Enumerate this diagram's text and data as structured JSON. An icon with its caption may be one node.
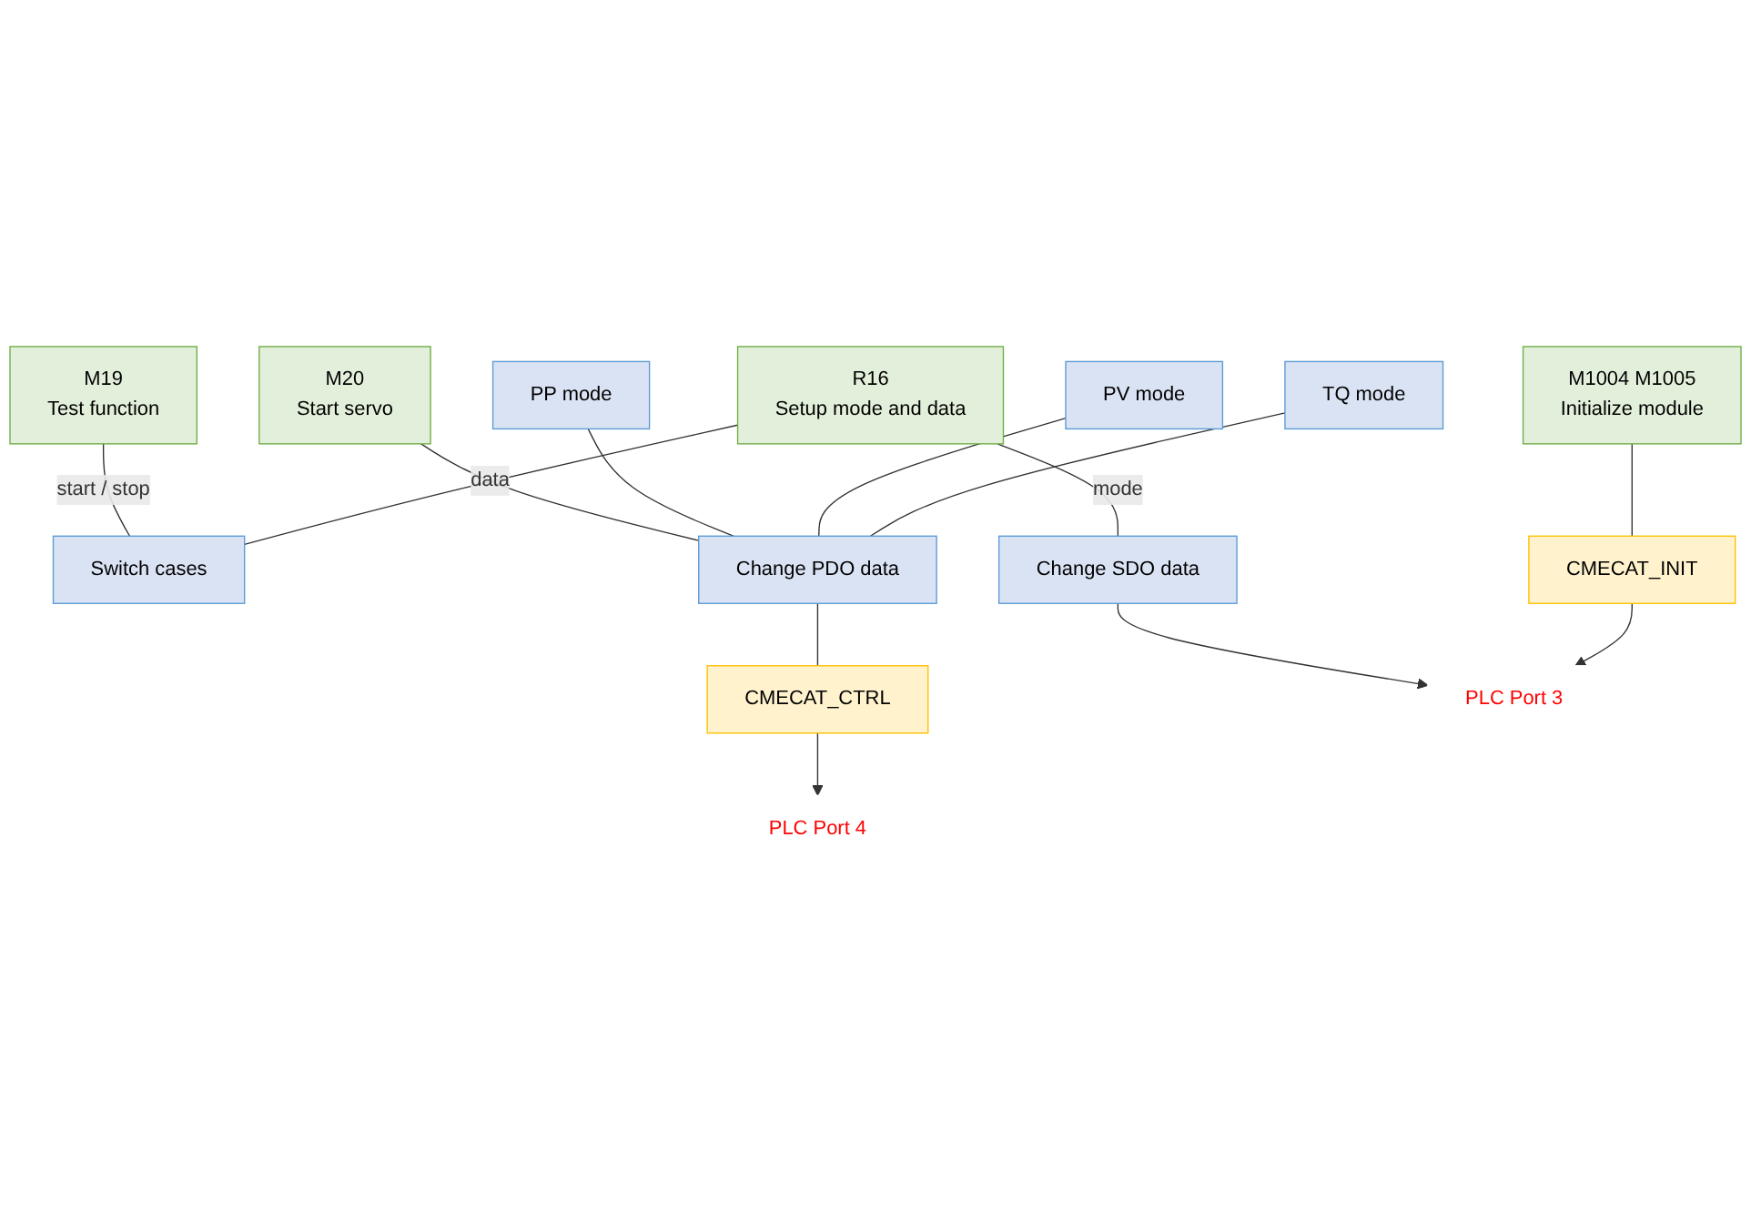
{
  "diagram": {
    "nodes": [
      {
        "text": [
          "M20",
          "Start servo"
        ]
      },
      {
        "text": [
          "M19",
          "Test function"
        ]
      },
      {
        "text": [
          "R16",
          "Setup mode and data"
        ]
      },
      {
        "text": [
          "M1004 M1005",
          "Initialize module"
        ]
      },
      {
        "text": [
          "Switch cases"
        ]
      },
      {
        "text": [
          "PP mode"
        ]
      },
      {
        "text": [
          "PV mode"
        ]
      },
      {
        "text": [
          "TQ mode"
        ]
      },
      {
        "text": [
          "Change PDO data"
        ]
      },
      {
        "text": [
          "Change SDO data"
        ]
      },
      {
        "text": [
          "CMECAT_CTRL"
        ]
      },
      {
        "text": [
          "CMECAT_INIT"
        ]
      },
      {
        "text": [
          "PLC Port 4"
        ]
      },
      {
        "text": [
          "PLC Port 3"
        ]
      }
    ],
    "edges": [
      {
        "from": 0,
        "to": 8,
        "arrow": "none"
      },
      {
        "from": 1,
        "to": 4,
        "arrow": "none",
        "label": "start / stop"
      },
      {
        "from": 2,
        "to": 4,
        "arrow": "none",
        "label": "data"
      },
      {
        "from": 2,
        "to": 9,
        "arrow": "none",
        "label": "mode"
      },
      {
        "from": 5,
        "to": 8,
        "arrow": "none"
      },
      {
        "from": 6,
        "to": 8,
        "arrow": "none"
      },
      {
        "from": 7,
        "to": 8,
        "arrow": "none"
      },
      {
        "from": 8,
        "to": 10,
        "arrow": "none"
      },
      {
        "from": 10,
        "to": 12,
        "arrow": "to"
      },
      {
        "from": 9,
        "to": 13,
        "arrow": "to"
      },
      {
        "from": 11,
        "to": 13,
        "arrow": "to"
      },
      {
        "from": 3,
        "to": 11,
        "arrow": "none"
      }
    ]
  }
}
